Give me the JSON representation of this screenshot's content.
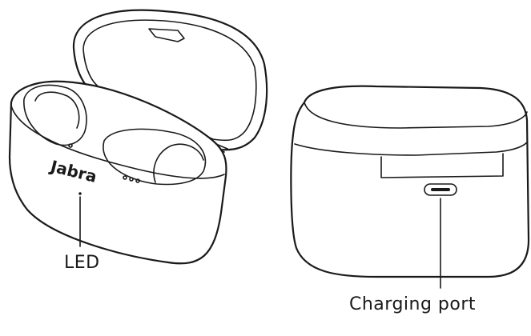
{
  "labels": {
    "led": "LED",
    "charging_port": "Charging port"
  },
  "brand": {
    "logo_text": "Jabra"
  },
  "colors": {
    "line": "#1a1a1a",
    "background": "#ffffff"
  }
}
